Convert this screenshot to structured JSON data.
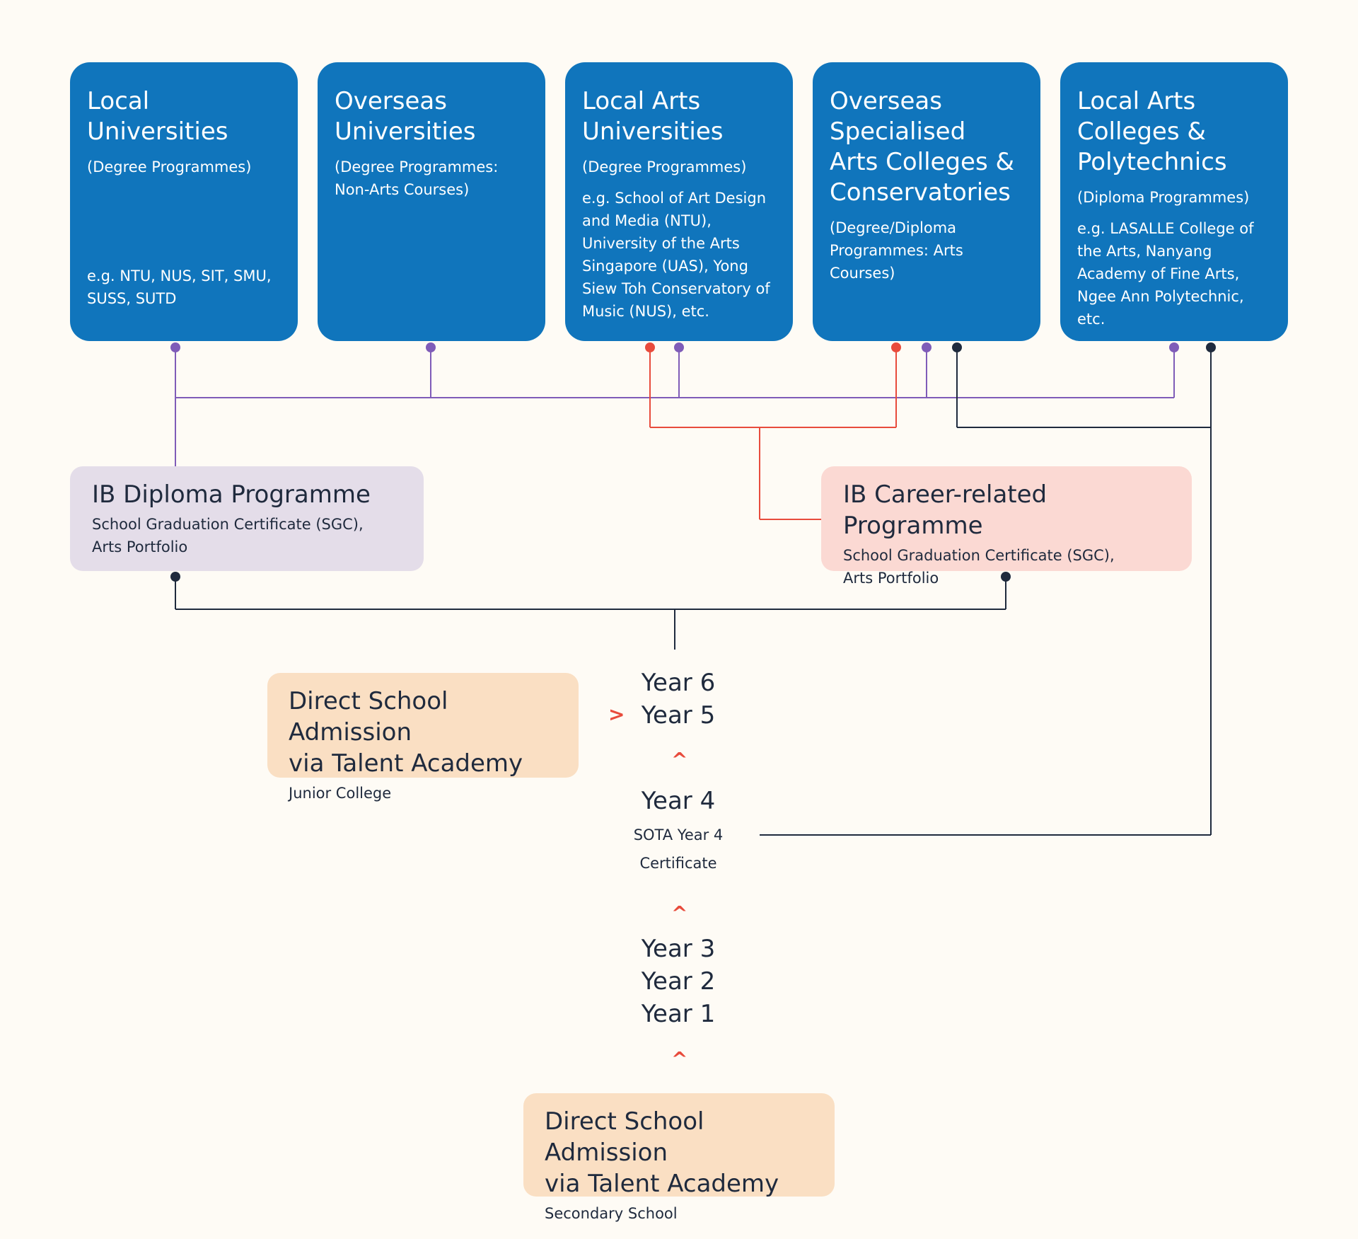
{
  "destinations": [
    {
      "title_lines": [
        "Local",
        "Universities"
      ],
      "subtitle": "(Degree Programmes)",
      "examples": "e.g. NTU, NUS, SIT, SMU, SUSS, SUTD"
    },
    {
      "title_lines": [
        "Overseas",
        "Universities"
      ],
      "subtitle": "(Degree Programmes: Non-Arts Courses)",
      "examples": ""
    },
    {
      "title_lines": [
        "Local Arts",
        "Universities"
      ],
      "subtitle": "(Degree Programmes)",
      "examples": "e.g. School of Art Design and Media (NTU), University of the Arts Singapore (UAS), Yong Siew Toh Conservatory of Music (NUS), etc."
    },
    {
      "title_lines": [
        "Overseas",
        "Specialised",
        "Arts Colleges &",
        "Conservatories"
      ],
      "subtitle": "(Degree/Diploma Programmes: Arts Courses)",
      "examples": ""
    },
    {
      "title_lines": [
        "Local Arts",
        "Colleges &",
        "Polytechnics"
      ],
      "subtitle": "(Diploma Programmes)",
      "examples": "e.g. LASALLE College of the Arts, Nanyang Academy of Fine Arts, Ngee Ann Polytechnic, etc."
    }
  ],
  "programmes": {
    "ib_dp": {
      "title": "IB Diploma Programme",
      "subtitle_lines": [
        "School Graduation Certificate (SGC),",
        "Arts Portfolio"
      ]
    },
    "ib_cp": {
      "title": "IB Career-related Programme",
      "subtitle_lines": [
        "School Graduation Certificate (SGC),",
        "Arts Portfolio"
      ]
    }
  },
  "dsa_jc": {
    "title_lines": [
      "Direct School Admission",
      "via Talent Academy"
    ],
    "subtitle": "Junior College"
  },
  "dsa_sec": {
    "title_lines": [
      "Direct School Admission",
      "via Talent Academy"
    ],
    "subtitle": "Secondary School"
  },
  "years": {
    "y6": "Year 6",
    "y5": "Year 5",
    "y4": "Year 4",
    "y4_cert_lines": [
      "SOTA Year 4",
      "Certificate"
    ],
    "y3": "Year 3",
    "y2": "Year 2",
    "y1": "Year 1"
  },
  "icons": {
    "chevron_up": "^",
    "chevron_right": ">"
  },
  "colors": {
    "background": "#fefbf5",
    "destination_box": "#1075bc",
    "ib_dp_box": "#e4dde9",
    "ib_cp_box": "#fbd9d3",
    "dsa_box": "#fadfc3",
    "purple_line": "#7f5cb8",
    "red_line": "#e84b3c",
    "navy_line": "#1f2a3d",
    "text": "#1f2a3d"
  }
}
